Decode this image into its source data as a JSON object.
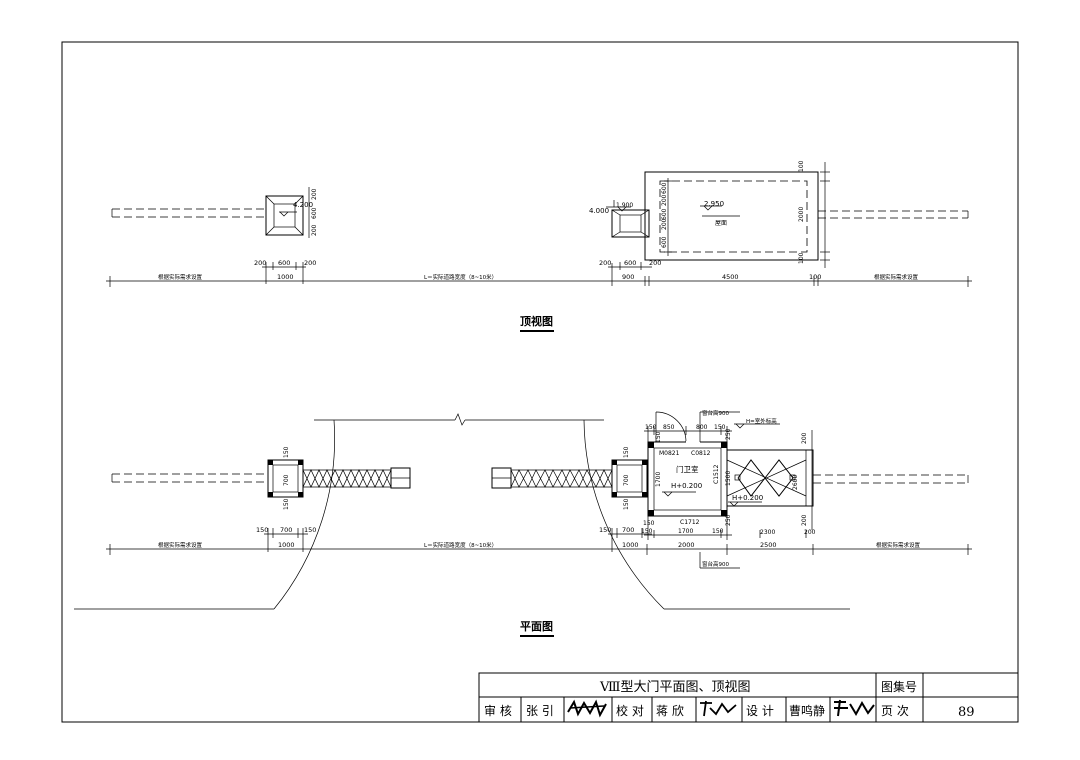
{
  "top_view": {
    "caption": "顶视图",
    "left_post_dims": {
      "w1": "200",
      "w2": "600",
      "w3": "200",
      "total": "1000",
      "h1": "200",
      "h2": "600",
      "h3": "200"
    },
    "left_elev": "4.200",
    "left_note": "根据实际需求设置",
    "road_label": "L＝实际道路宽度（8~10米）",
    "right_post_dims": {
      "w1": "200",
      "w2": "600",
      "w3": "200",
      "total": "900"
    },
    "right_post_elev": "4.000",
    "building": {
      "roof_elev": "2.950",
      "roof_label": "屋面",
      "top_margin": "100",
      "bottom_margin": "100",
      "depth": "2000",
      "width": "4500",
      "side": "100",
      "v1": "600",
      "v2": "600",
      "v3": "600",
      "v4": "200",
      "v5": "200"
    },
    "right_note": "根据实际需求设置"
  },
  "plan_view": {
    "caption": "平面图",
    "left_post_dims": {
      "w1": "150",
      "w2": "700",
      "w3": "150",
      "total": "1000",
      "h1": "150",
      "h2": "700",
      "h3": "150"
    },
    "left_note": "根据实际需求设置",
    "road_label": "L＝实际道路宽度（8~10米）",
    "right_post_dims": {
      "w1": "150",
      "w2": "700",
      "w3": "150",
      "total": "1000",
      "h1": "150",
      "h2": "700",
      "h3": "150"
    },
    "room": {
      "name": "门卫室",
      "elev": "H+0.200",
      "window_top": "窗台高900",
      "window_bottom": "窗台高900",
      "door_code": "M0821",
      "window_code": "C0812",
      "window_side": "C1512",
      "window_front": "C1712",
      "dim_top_a": "150",
      "dim_top_b": "850",
      "dim_top_c": "800",
      "dim_top_d": "150",
      "dim_left": "1700",
      "dim_left_a": "150",
      "dim_side_a": "250",
      "dim_side_b": "1500",
      "dim_side_c": "250",
      "dim_bot_a": "150",
      "dim_bot_b": "1700",
      "dim_bot_c": "150",
      "width_total": "2000"
    },
    "canopy": {
      "elev_label": "H=室外标高",
      "elev": "H+0.200",
      "dim_right": "2600",
      "dim_top": "200",
      "dim_bottom": "200",
      "dim_width": "2300",
      "dim_end": "200",
      "width_total": "2500"
    },
    "right_note": "根据实际需求设置"
  },
  "title_block": {
    "title": "Ⅷ型大门平面图、顶视图",
    "atlas_label": "图集号",
    "atlas_value": "",
    "review_label": "审 核",
    "reviewer": "张 引",
    "check_label": "校 对",
    "checker": "蒋 欣",
    "design_label": "设 计",
    "designer": "曹鸣静",
    "page_label": "页 次",
    "page_number": "89"
  }
}
